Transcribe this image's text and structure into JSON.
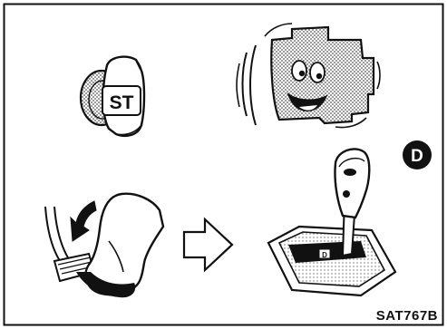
{
  "ignition": {
    "key_label": "ST"
  },
  "shifter": {
    "gear_badge": "D",
    "gate_label": "D"
  },
  "figure_code": "SAT767B",
  "colors": {
    "ink": "#111111",
    "screen_tone": "#b8b8b8",
    "paper": "#ffffff"
  }
}
